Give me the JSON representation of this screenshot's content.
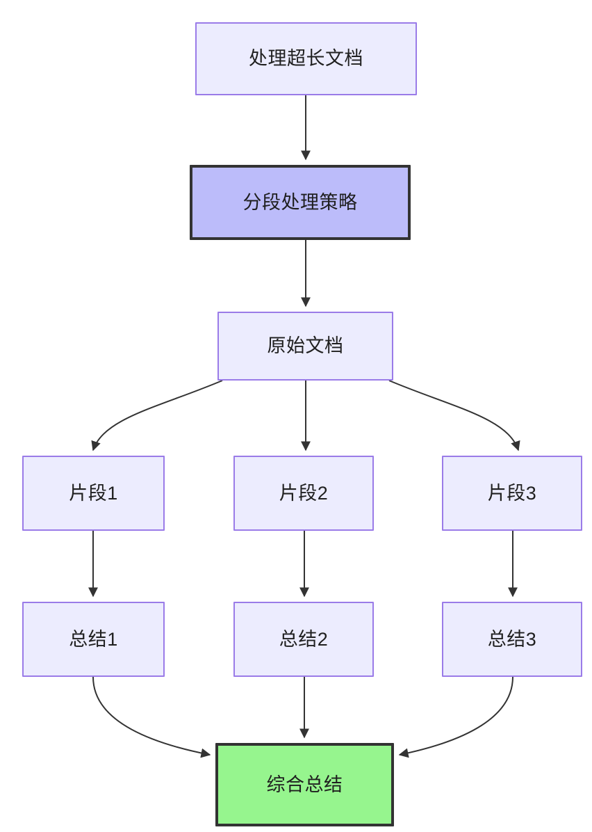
{
  "diagram": {
    "type": "flowchart",
    "direction": "top-down",
    "background_color": "#ffffff",
    "nodes": [
      {
        "id": "doc",
        "label": "处理超长文档",
        "style": "default",
        "fill": "#ececfe",
        "stroke": "#9a7be8",
        "text_color": "#1f1f1f"
      },
      {
        "id": "strategy",
        "label": "分段处理策略",
        "style": "highlight",
        "fill": "#bcbcfa",
        "stroke": "#333333",
        "text_color": "#1f1f1f"
      },
      {
        "id": "source",
        "label": "原始文档",
        "style": "default",
        "fill": "#ececfe",
        "stroke": "#9a7be8",
        "text_color": "#1f1f1f"
      },
      {
        "id": "frag1",
        "label": "片段1",
        "style": "default",
        "fill": "#ececfe",
        "stroke": "#9a7be8",
        "text_color": "#1f1f1f"
      },
      {
        "id": "frag2",
        "label": "片段2",
        "style": "default",
        "fill": "#ececfe",
        "stroke": "#9a7be8",
        "text_color": "#1f1f1f"
      },
      {
        "id": "frag3",
        "label": "片段3",
        "style": "default",
        "fill": "#ececfe",
        "stroke": "#9a7be8",
        "text_color": "#1f1f1f"
      },
      {
        "id": "sum1",
        "label": "总结1",
        "style": "default",
        "fill": "#ececfe",
        "stroke": "#9a7be8",
        "text_color": "#1f1f1f"
      },
      {
        "id": "sum2",
        "label": "总结2",
        "style": "default",
        "fill": "#ececfe",
        "stroke": "#9a7be8",
        "text_color": "#1f1f1f"
      },
      {
        "id": "sum3",
        "label": "总结3",
        "style": "default",
        "fill": "#ececfe",
        "stroke": "#9a7be8",
        "text_color": "#1f1f1f"
      },
      {
        "id": "final",
        "label": "综合总结",
        "style": "result",
        "fill": "#96f58e",
        "stroke": "#333333",
        "text_color": "#1f1f1f"
      }
    ],
    "edges": [
      {
        "from": "doc",
        "to": "strategy",
        "shape": "straight"
      },
      {
        "from": "strategy",
        "to": "source",
        "shape": "straight"
      },
      {
        "from": "source",
        "to": "frag1",
        "shape": "curved"
      },
      {
        "from": "source",
        "to": "frag2",
        "shape": "straight"
      },
      {
        "from": "source",
        "to": "frag3",
        "shape": "curved"
      },
      {
        "from": "frag1",
        "to": "sum1",
        "shape": "straight"
      },
      {
        "from": "frag2",
        "to": "sum2",
        "shape": "straight"
      },
      {
        "from": "frag3",
        "to": "sum3",
        "shape": "straight"
      },
      {
        "from": "sum1",
        "to": "final",
        "shape": "curved"
      },
      {
        "from": "sum2",
        "to": "final",
        "shape": "straight"
      },
      {
        "from": "sum3",
        "to": "final",
        "shape": "curved"
      }
    ],
    "edge_color": "#333333",
    "edge_width": 2
  }
}
